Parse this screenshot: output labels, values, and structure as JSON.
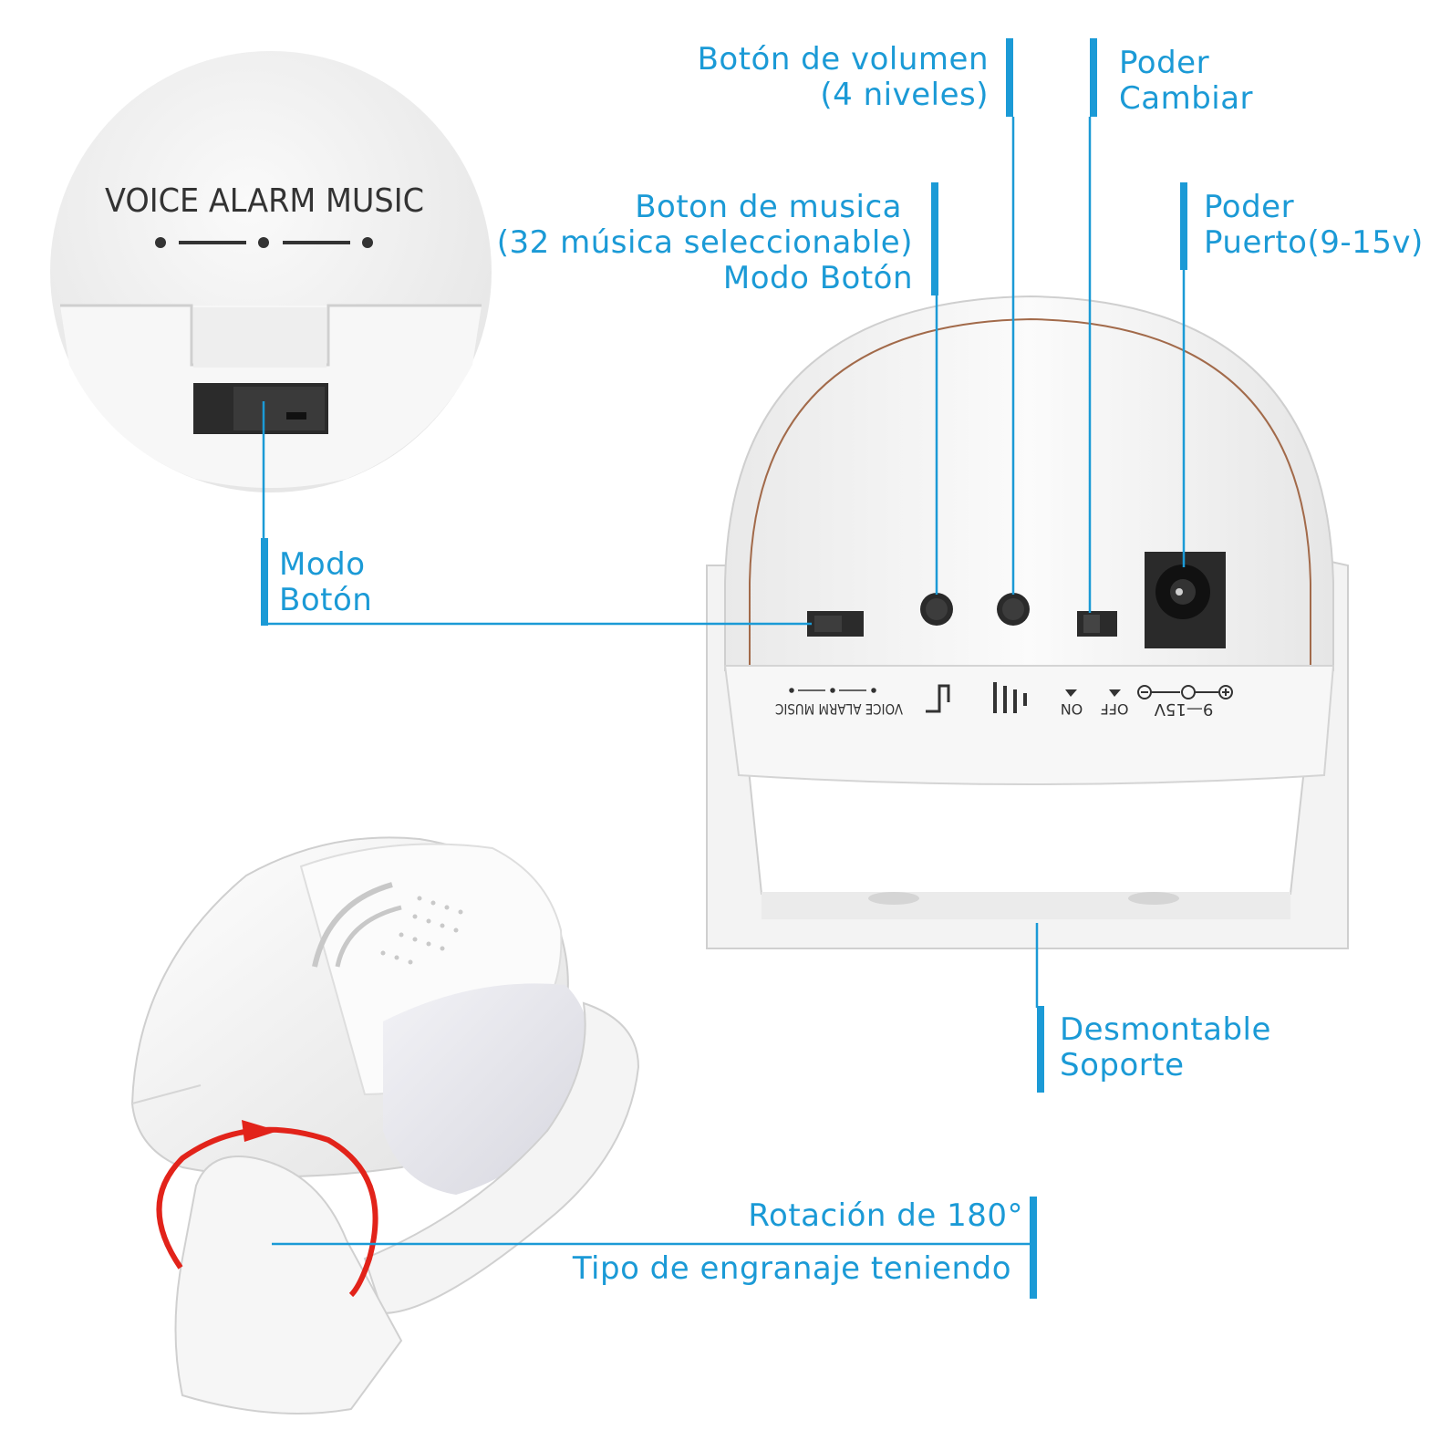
{
  "colors": {
    "accent": "#1b9ad6",
    "rotation_arrow": "#e2231a",
    "device_body": "#f4f4f4",
    "device_shadow": "#d9d9d9",
    "switch_dark": "#2a2a2a"
  },
  "callouts": {
    "volume": {
      "line1": "Botón de volumen",
      "line2": "(4 niveles)"
    },
    "power_switch": {
      "line1": "Poder",
      "line2": "Cambiar"
    },
    "music": {
      "line1": "Boton de musica",
      "line2": "(32 música seleccionable)",
      "line3": "Modo Botón"
    },
    "power_port": {
      "line1": "Poder",
      "line2": "Puerto(9-15v)"
    },
    "mode": {
      "line1": "Modo",
      "line2": "Botón"
    },
    "bracket": {
      "line1": "Desmontable",
      "line2": "Soporte"
    },
    "rotation": {
      "line1": "Rotación de 180°",
      "line2": "Tipo de engranaje teniendo"
    }
  },
  "device_labels": {
    "zoom_modes": "VOICE  ALARM  MUSIC",
    "panel_modes": "VOICE  ALARM  MUSIC",
    "on": "ON",
    "off": "OFF",
    "voltage": "9—15V"
  },
  "icons": [
    "music-note-icon",
    "volume-bars-icon",
    "power-polarity-icon",
    "rotation-arrow-icon"
  ]
}
